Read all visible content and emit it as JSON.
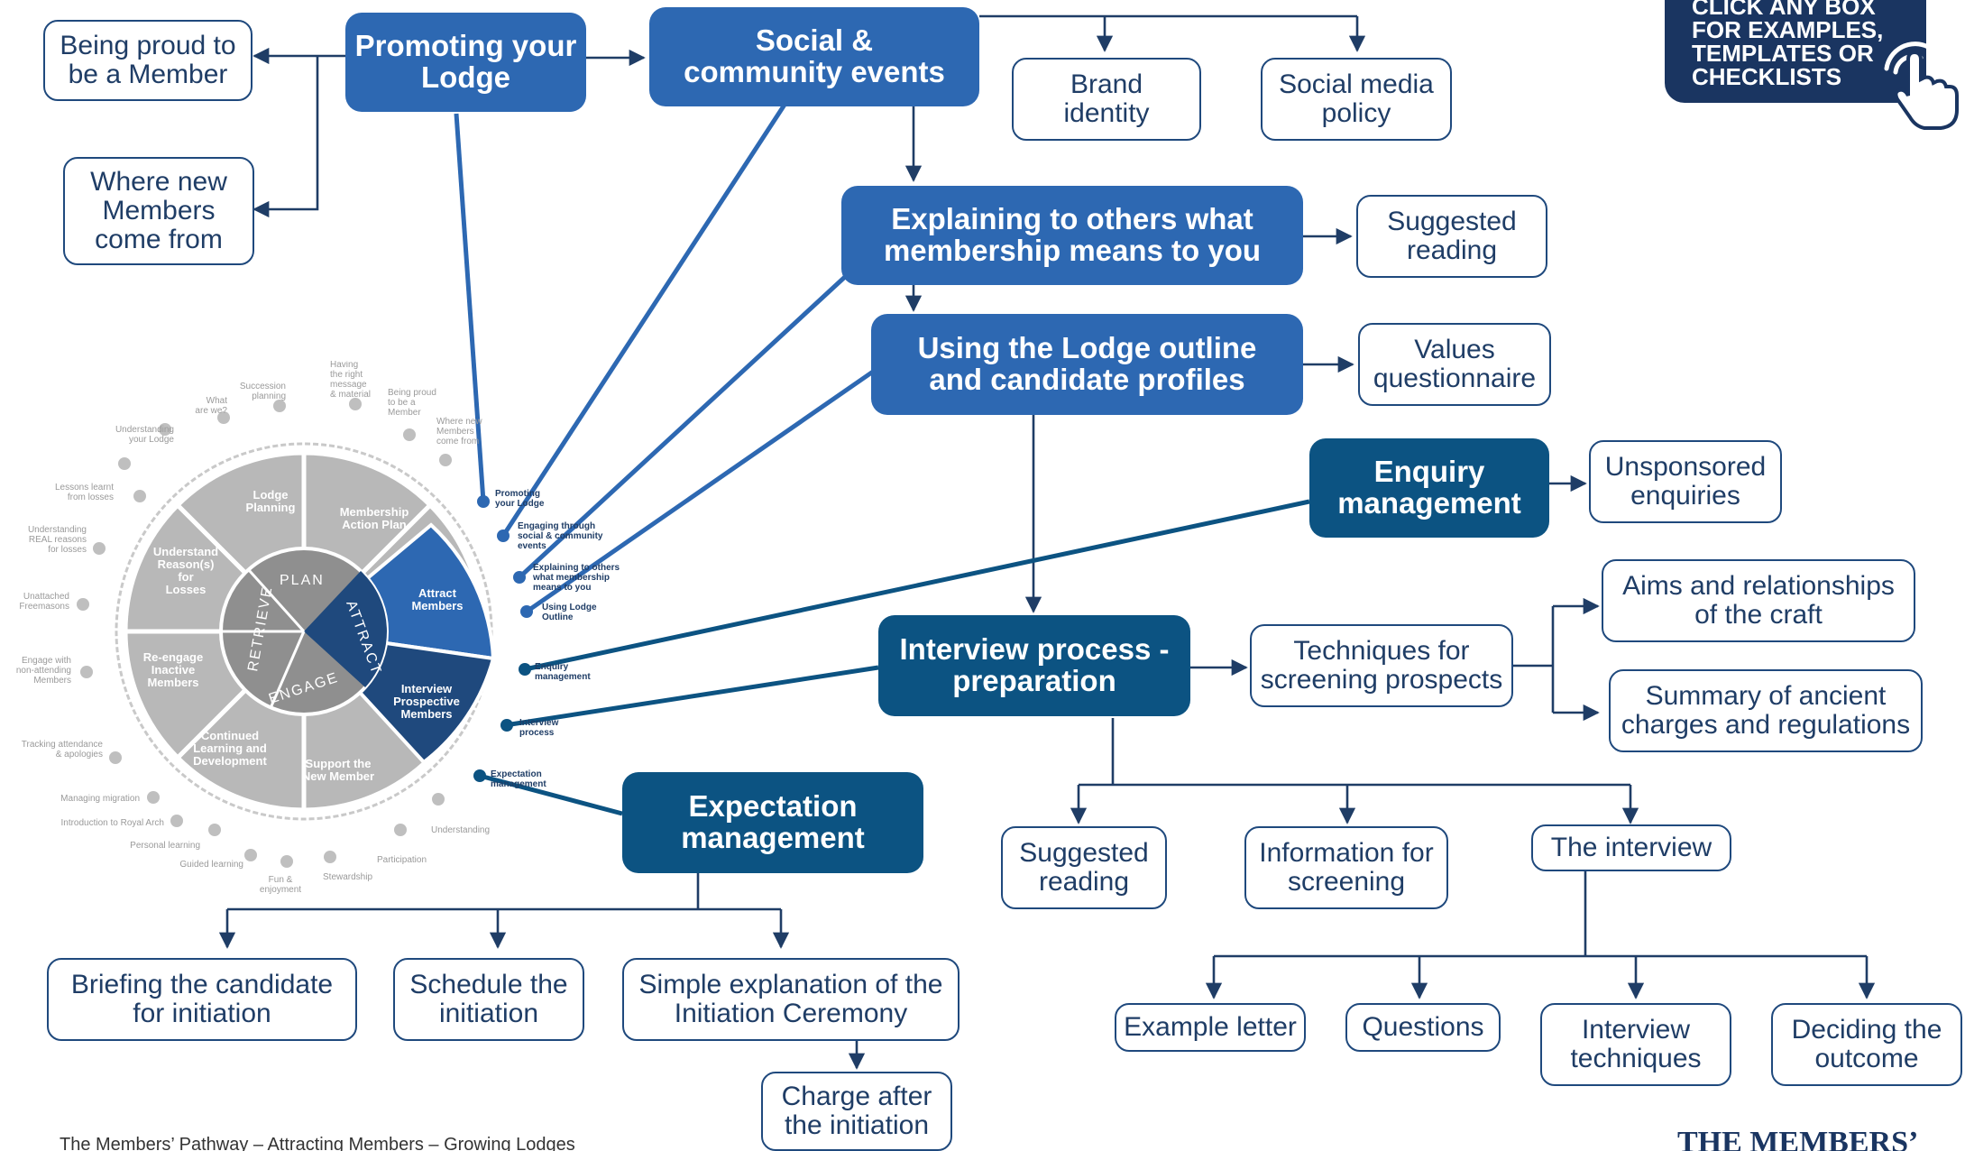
{
  "cta": {
    "lines": [
      "CLICK ANY BOX",
      "FOR EXAMPLES,",
      "TEMPLATES OR",
      "CHECKLISTS"
    ]
  },
  "boxes": {
    "promoting": "Promoting your\nLodge",
    "social": "Social &\ncommunity events",
    "being_proud": "Being proud to\nbe a Member",
    "where_new": "Where new\nMembers\ncome from",
    "brand_identity": "Brand\nidentity",
    "social_media": "Social media\npolicy",
    "explaining": "Explaining to others what\nmembership means to you",
    "suggested_reading_1": "Suggested\nreading",
    "using_outline": "Using the Lodge outline\nand candidate profiles",
    "values_q": "Values\nquestionnaire",
    "enquiry": "Enquiry\nmanagement",
    "unsponsored": "Unsponsored\nenquiries",
    "interview_prep": "Interview process -\npreparation",
    "techniques_screening": "Techniques for\nscreening prospects",
    "aims": "Aims and relationships\nof the craft",
    "summary": "Summary of ancient\ncharges and regulations",
    "suggested_reading_2": "Suggested\nreading",
    "info_screening": "Information for\nscreening",
    "the_interview": "The interview",
    "example_letter": "Example letter",
    "questions": "Questions",
    "interview_tech": "Interview\ntechniques",
    "deciding": "Deciding the\noutcome",
    "expectation": "Expectation\nmanagement",
    "briefing": "Briefing the candidate\nfor initiation",
    "schedule": "Schedule the\ninitiation",
    "simple_expl": "Simple explanation of the\nInitiation Ceremony",
    "charge_after": "Charge after\nthe initiation"
  },
  "wheel": {
    "core": {
      "plan": "PLAN",
      "attract": "ATTRACT",
      "engage": "ENGAGE",
      "retrieve": "RETRIEVE"
    },
    "segments": {
      "lodge_planning": "Lodge\nPlanning",
      "membership_action": "Membership\nAction Plan",
      "attract_members": "Attract\nMembers",
      "interview_prospective": "Interview\nProspective\nMembers",
      "support_new": "Support the\nNew Member",
      "continued": "Continued\nLearning and\nDevelopment",
      "reengage": "Re-engage\nInactive\nMembers",
      "understand_reasons": "Understand\nReason(s)\nfor\nLosses"
    },
    "outer": {
      "understanding_lodge": "Understanding\nyour Lodge",
      "what_are_we": "What\nare we?",
      "succession": "Succession\nplanning",
      "having_right": "Having\nthe right\nmessage\n& material",
      "being_proud": "Being proud\nto be a\nMember",
      "where_new": "Where new\nMembers\ncome from",
      "lessons": "Lessons learnt\nfrom losses",
      "understanding_real": "Understanding\nREAL reasons\nfor losses",
      "unattached": "Unattached\nFreemasons",
      "engage_with": "Engage with\nnon-attending\nMembers",
      "tracking": "Tracking attendance\n& apologies",
      "managing_migration": "Managing migration",
      "intro_royal_arch": "Introduction to Royal Arch",
      "personal_learning": "Personal learning",
      "guided_learning": "Guided learning",
      "fun": "Fun &\nenjoyment",
      "stewardship": "Stewardship",
      "participation": "Participation",
      "understanding": "Understanding"
    },
    "attract_labels": {
      "promoting": "Promoting\nyour Lodge",
      "engaging": "Engaging through\nsocial & community\nevents",
      "explaining": "Explaining to others\nwhat membership\nmeans to you",
      "using_outline": "Using Lodge\nOutline",
      "enquiry": "Enquiry\nmanagement",
      "interview": "Interview\nprocess",
      "expectation": "Expectation\nmanagement"
    }
  },
  "footer": "The Members’ Pathway – Attracting Members – Growing Lodges",
  "brand": "THE MEMBERS’",
  "colors": {
    "outline": "#1f497d",
    "main_blue": "#2d68b2",
    "dark_blue": "#0c5382",
    "cta_bg": "#1a3561",
    "wheel_grey": "#b8b8b8"
  }
}
